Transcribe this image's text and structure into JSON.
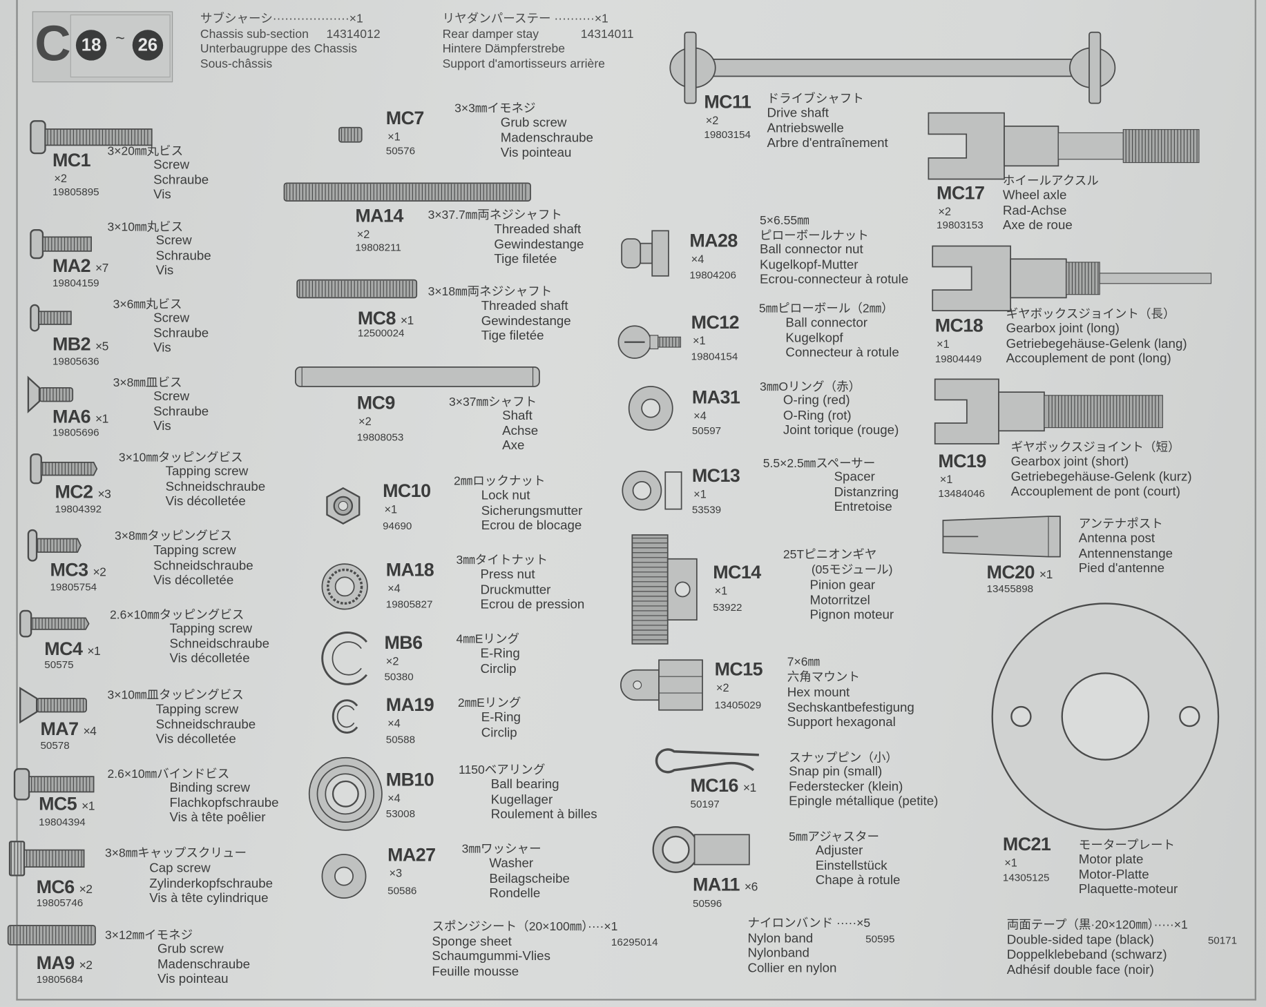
{
  "header": {
    "step_letter": "C",
    "step_from": "18",
    "step_sep": "~",
    "step_to": "26",
    "items": [
      {
        "jp": "サブシャーシ···················×1",
        "en": "Chassis sub-section",
        "code": "14314012",
        "de": "Unterbaugruppe des Chassis",
        "fr": "Sous-châssis"
      },
      {
        "jp": "リヤダンパーステー ··········×1",
        "en": "Rear damper stay",
        "code": "14314011",
        "de": "Hintere Dämpferstrebe",
        "fr": "Support d'amortisseurs arrière"
      }
    ]
  },
  "parts": [
    {
      "id": "MC1",
      "qty": "×2",
      "code": "19805895",
      "jp": "3×20㎜丸ビス",
      "en": "Screw",
      "de": "Schraube",
      "fr": "Vis",
      "icon": "pan-screw-icon"
    },
    {
      "id": "MA2",
      "qty": "×7",
      "code": "19804159",
      "jp": "3×10㎜丸ビス",
      "en": "Screw",
      "de": "Schraube",
      "fr": "Vis",
      "icon": "pan-screw-icon"
    },
    {
      "id": "MB2",
      "qty": "×5",
      "code": "19805636",
      "jp": "3×6㎜丸ビス",
      "en": "Screw",
      "de": "Schraube",
      "fr": "Vis",
      "icon": "pan-screw-icon"
    },
    {
      "id": "MA6",
      "qty": "×1",
      "code": "19805696",
      "jp": "3×8㎜皿ビス",
      "en": "Screw",
      "de": "Schraube",
      "fr": "Vis",
      "icon": "countersunk-screw-icon"
    },
    {
      "id": "MC2",
      "qty": "×3",
      "code": "19804392",
      "jp": "3×10㎜タッピングビス",
      "en": "Tapping screw",
      "de": "Schneidschraube",
      "fr": "Vis décolletée",
      "icon": "tapping-screw-icon"
    },
    {
      "id": "MC3",
      "qty": "×2",
      "code": "19805754",
      "jp": "3×8㎜タッピングビス",
      "en": "Tapping screw",
      "de": "Schneidschraube",
      "fr": "Vis décolletée",
      "icon": "tapping-screw-icon"
    },
    {
      "id": "MC4",
      "qty": "×1",
      "code": "50575",
      "jp": "2.6×10㎜タッピングビス",
      "en": "Tapping screw",
      "de": "Schneidschraube",
      "fr": "Vis décolletée",
      "icon": "tapping-screw-icon"
    },
    {
      "id": "MA7",
      "qty": "×4",
      "code": "50578",
      "jp": "3×10㎜皿タッピングビス",
      "en": "Tapping screw",
      "de": "Schneidschraube",
      "fr": "Vis décolletée",
      "icon": "countersunk-tapping-screw-icon"
    },
    {
      "id": "MC5",
      "qty": "×1",
      "code": "19804394",
      "jp": "2.6×10㎜バインドビス",
      "en": "Binding screw",
      "de": "Flachkopfschraube",
      "fr": "Vis à tête poêlier",
      "icon": "pan-screw-icon"
    },
    {
      "id": "MC6",
      "qty": "×2",
      "code": "19805746",
      "jp": "3×8㎜キャップスクリュー",
      "en": "Cap screw",
      "de": "Zylinderkopfschraube",
      "fr": "Vis à tête cylindrique",
      "icon": "cap-screw-icon"
    },
    {
      "id": "MA9",
      "qty": "×2",
      "code": "19805684",
      "jp": "3×12㎜イモネジ",
      "en": "Grub screw",
      "de": "Madenschraube",
      "fr": "Vis pointeau",
      "icon": "grub-screw-icon"
    },
    {
      "id": "MC7",
      "qty": "×1",
      "code": "50576",
      "jp": "3×3㎜イモネジ",
      "en": "Grub screw",
      "de": "Madenschraube",
      "fr": "Vis pointeau",
      "icon": "grub-screw-icon"
    },
    {
      "id": "MA14",
      "qty": "×2",
      "code": "19808211",
      "jp": "3×37.7㎜両ネジシャフト",
      "en": "Threaded shaft",
      "de": "Gewindestange",
      "fr": "Tige filetée",
      "icon": "threaded-shaft-icon"
    },
    {
      "id": "MC8",
      "qty": "×1",
      "code": "12500024",
      "jp": "3×18㎜両ネジシャフト",
      "en": "Threaded shaft",
      "de": "Gewindestange",
      "fr": "Tige filetée",
      "icon": "threaded-shaft-icon"
    },
    {
      "id": "MC9",
      "qty": "×2",
      "code": "19808053",
      "jp": "3×37㎜シャフト",
      "en": "Shaft",
      "de": "Achse",
      "fr": "Axe",
      "icon": "shaft-icon"
    },
    {
      "id": "MC10",
      "qty": "×1",
      "code": "94690",
      "jp": "2㎜ロックナット",
      "en": "Lock nut",
      "de": "Sicherungsmutter",
      "fr": "Ecrou de blocage",
      "icon": "lock-nut-icon"
    },
    {
      "id": "MA18",
      "qty": "×4",
      "code": "19805827",
      "jp": "3㎜タイトナット",
      "en": "Press nut",
      "de": "Druckmutter",
      "fr": "Ecrou de pression",
      "icon": "press-nut-icon"
    },
    {
      "id": "MB6",
      "qty": "×2",
      "code": "50380",
      "jp": "4㎜Eリング",
      "en": "E-Ring",
      "de": "Circlip",
      "fr": "",
      "icon": "e-ring-icon"
    },
    {
      "id": "MA19",
      "qty": "×4",
      "code": "50588",
      "jp": "2㎜Eリング",
      "en": "E-Ring",
      "de": "Circlip",
      "fr": "",
      "icon": "e-ring-icon"
    },
    {
      "id": "MB10",
      "qty": "×4",
      "code": "53008",
      "jp": "1150ベアリング",
      "en": "Ball bearing",
      "de": "Kugellager",
      "fr": "Roulement à billes",
      "icon": "ball-bearing-icon"
    },
    {
      "id": "MA27",
      "qty": "×3",
      "code": "50586",
      "jp": "3㎜ワッシャー",
      "en": "Washer",
      "de": "Beilagscheibe",
      "fr": "Rondelle",
      "icon": "washer-icon"
    },
    {
      "id": "MC11",
      "qty": "×2",
      "code": "19803154",
      "jp": "ドライブシャフト",
      "en": "Drive shaft",
      "de": "Antriebswelle",
      "fr": "Arbre d'entraînement",
      "icon": "drive-shaft-icon"
    },
    {
      "id": "MA28",
      "qty": "×4",
      "code": "19804206",
      "size": "5×6.55㎜",
      "jp": "ピローボールナット",
      "en": "Ball connector nut",
      "de": "Kugelkopf-Mutter",
      "fr": "Ecrou-connecteur à rotule",
      "icon": "ball-connector-nut-icon"
    },
    {
      "id": "MC12",
      "qty": "×1",
      "code": "19804154",
      "jp": "5㎜ピローボール（2㎜）",
      "en": "Ball connector",
      "de": "Kugelkopf",
      "fr": "Connecteur à rotule",
      "icon": "ball-connector-icon"
    },
    {
      "id": "MA31",
      "qty": "×4",
      "code": "50597",
      "jp": "3㎜Oリング（赤）",
      "en": "O-ring (red)",
      "de": "O-Ring (rot)",
      "fr": "Joint torique (rouge)",
      "icon": "o-ring-icon"
    },
    {
      "id": "MC13",
      "qty": "×1",
      "code": "53539",
      "jp": "5.5×2.5㎜スペーサー",
      "en": "Spacer",
      "de": "Distanzring",
      "fr": "Entretoise",
      "icon": "spacer-icon"
    },
    {
      "id": "MC14",
      "qty": "×1",
      "code": "53922",
      "jp": "25Tピニオンギヤ",
      "jp2": "(05モジュール)",
      "en": "Pinion gear",
      "de": "Motorritzel",
      "fr": "Pignon moteur",
      "icon": "pinion-gear-icon"
    },
    {
      "id": "MC15",
      "qty": "×2",
      "code": "13405029",
      "size": "7×6㎜",
      "jp": "六角マウント",
      "en": "Hex mount",
      "de": "Sechskantbefestigung",
      "fr": "Support hexagonal",
      "icon": "hex-mount-icon"
    },
    {
      "id": "MC16",
      "qty": "×1",
      "code": "50197",
      "jp": "スナップピン（小）",
      "en": "Snap pin (small)",
      "de": "Federstecker (klein)",
      "fr": "Epingle métallique (petite)",
      "icon": "snap-pin-icon"
    },
    {
      "id": "MA11",
      "qty": "×6",
      "code": "50596",
      "jp": "5㎜アジャスター",
      "en": "Adjuster",
      "de": "Einstellstück",
      "fr": "Chape à rotule",
      "icon": "adjuster-icon"
    },
    {
      "id": "MC17",
      "qty": "×2",
      "code": "19803153",
      "jp": "ホイールアクスル",
      "en": "Wheel axle",
      "de": "Rad-Achse",
      "fr": "Axe de roue",
      "icon": "wheel-axle-icon"
    },
    {
      "id": "MC18",
      "qty": "×1",
      "code": "19804449",
      "jp": "ギヤボックスジョイント（長）",
      "en": "Gearbox joint (long)",
      "de": "Getriebegehäuse-Gelenk (lang)",
      "fr": "Accouplement de pont (long)",
      "icon": "gearbox-joint-long-icon"
    },
    {
      "id": "MC19",
      "qty": "×1",
      "code": "13484046",
      "jp": "ギヤボックスジョイント（短）",
      "en": "Gearbox joint (short)",
      "de": "Getriebegehäuse-Gelenk (kurz)",
      "fr": "Accouplement de pont (court)",
      "icon": "gearbox-joint-short-icon"
    },
    {
      "id": "MC20",
      "qty": "×1",
      "code": "13455898",
      "jp": "アンテナポスト",
      "en": "Antenna post",
      "de": "Antennenstange",
      "fr": "Pied d'antenne",
      "icon": "antenna-post-icon"
    },
    {
      "id": "MC21",
      "qty": "×1",
      "code": "14305125",
      "jp": "モータープレート",
      "en": "Motor plate",
      "de": "Motor-Platte",
      "fr": "Plaquette-moteur",
      "icon": "motor-plate-icon"
    }
  ],
  "extras": [
    {
      "jp": "スポンジシート（20×100㎜）····×1",
      "code": "16295014",
      "en": "Sponge sheet",
      "de": "Schaumgummi-Vlies",
      "fr": "Feuille mousse"
    },
    {
      "jp": "ナイロンバンド ·····×5",
      "code": "50595",
      "en": "Nylon band",
      "de": "Nylonband",
      "fr": "Collier en nylon"
    },
    {
      "jp": "両面テープ（黒·20×120㎜）·····×1",
      "code": "50171",
      "en": "Double-sided tape (black)",
      "de": "Doppelklebeband (schwarz)",
      "fr": "Adhésif double face (noir)"
    }
  ]
}
